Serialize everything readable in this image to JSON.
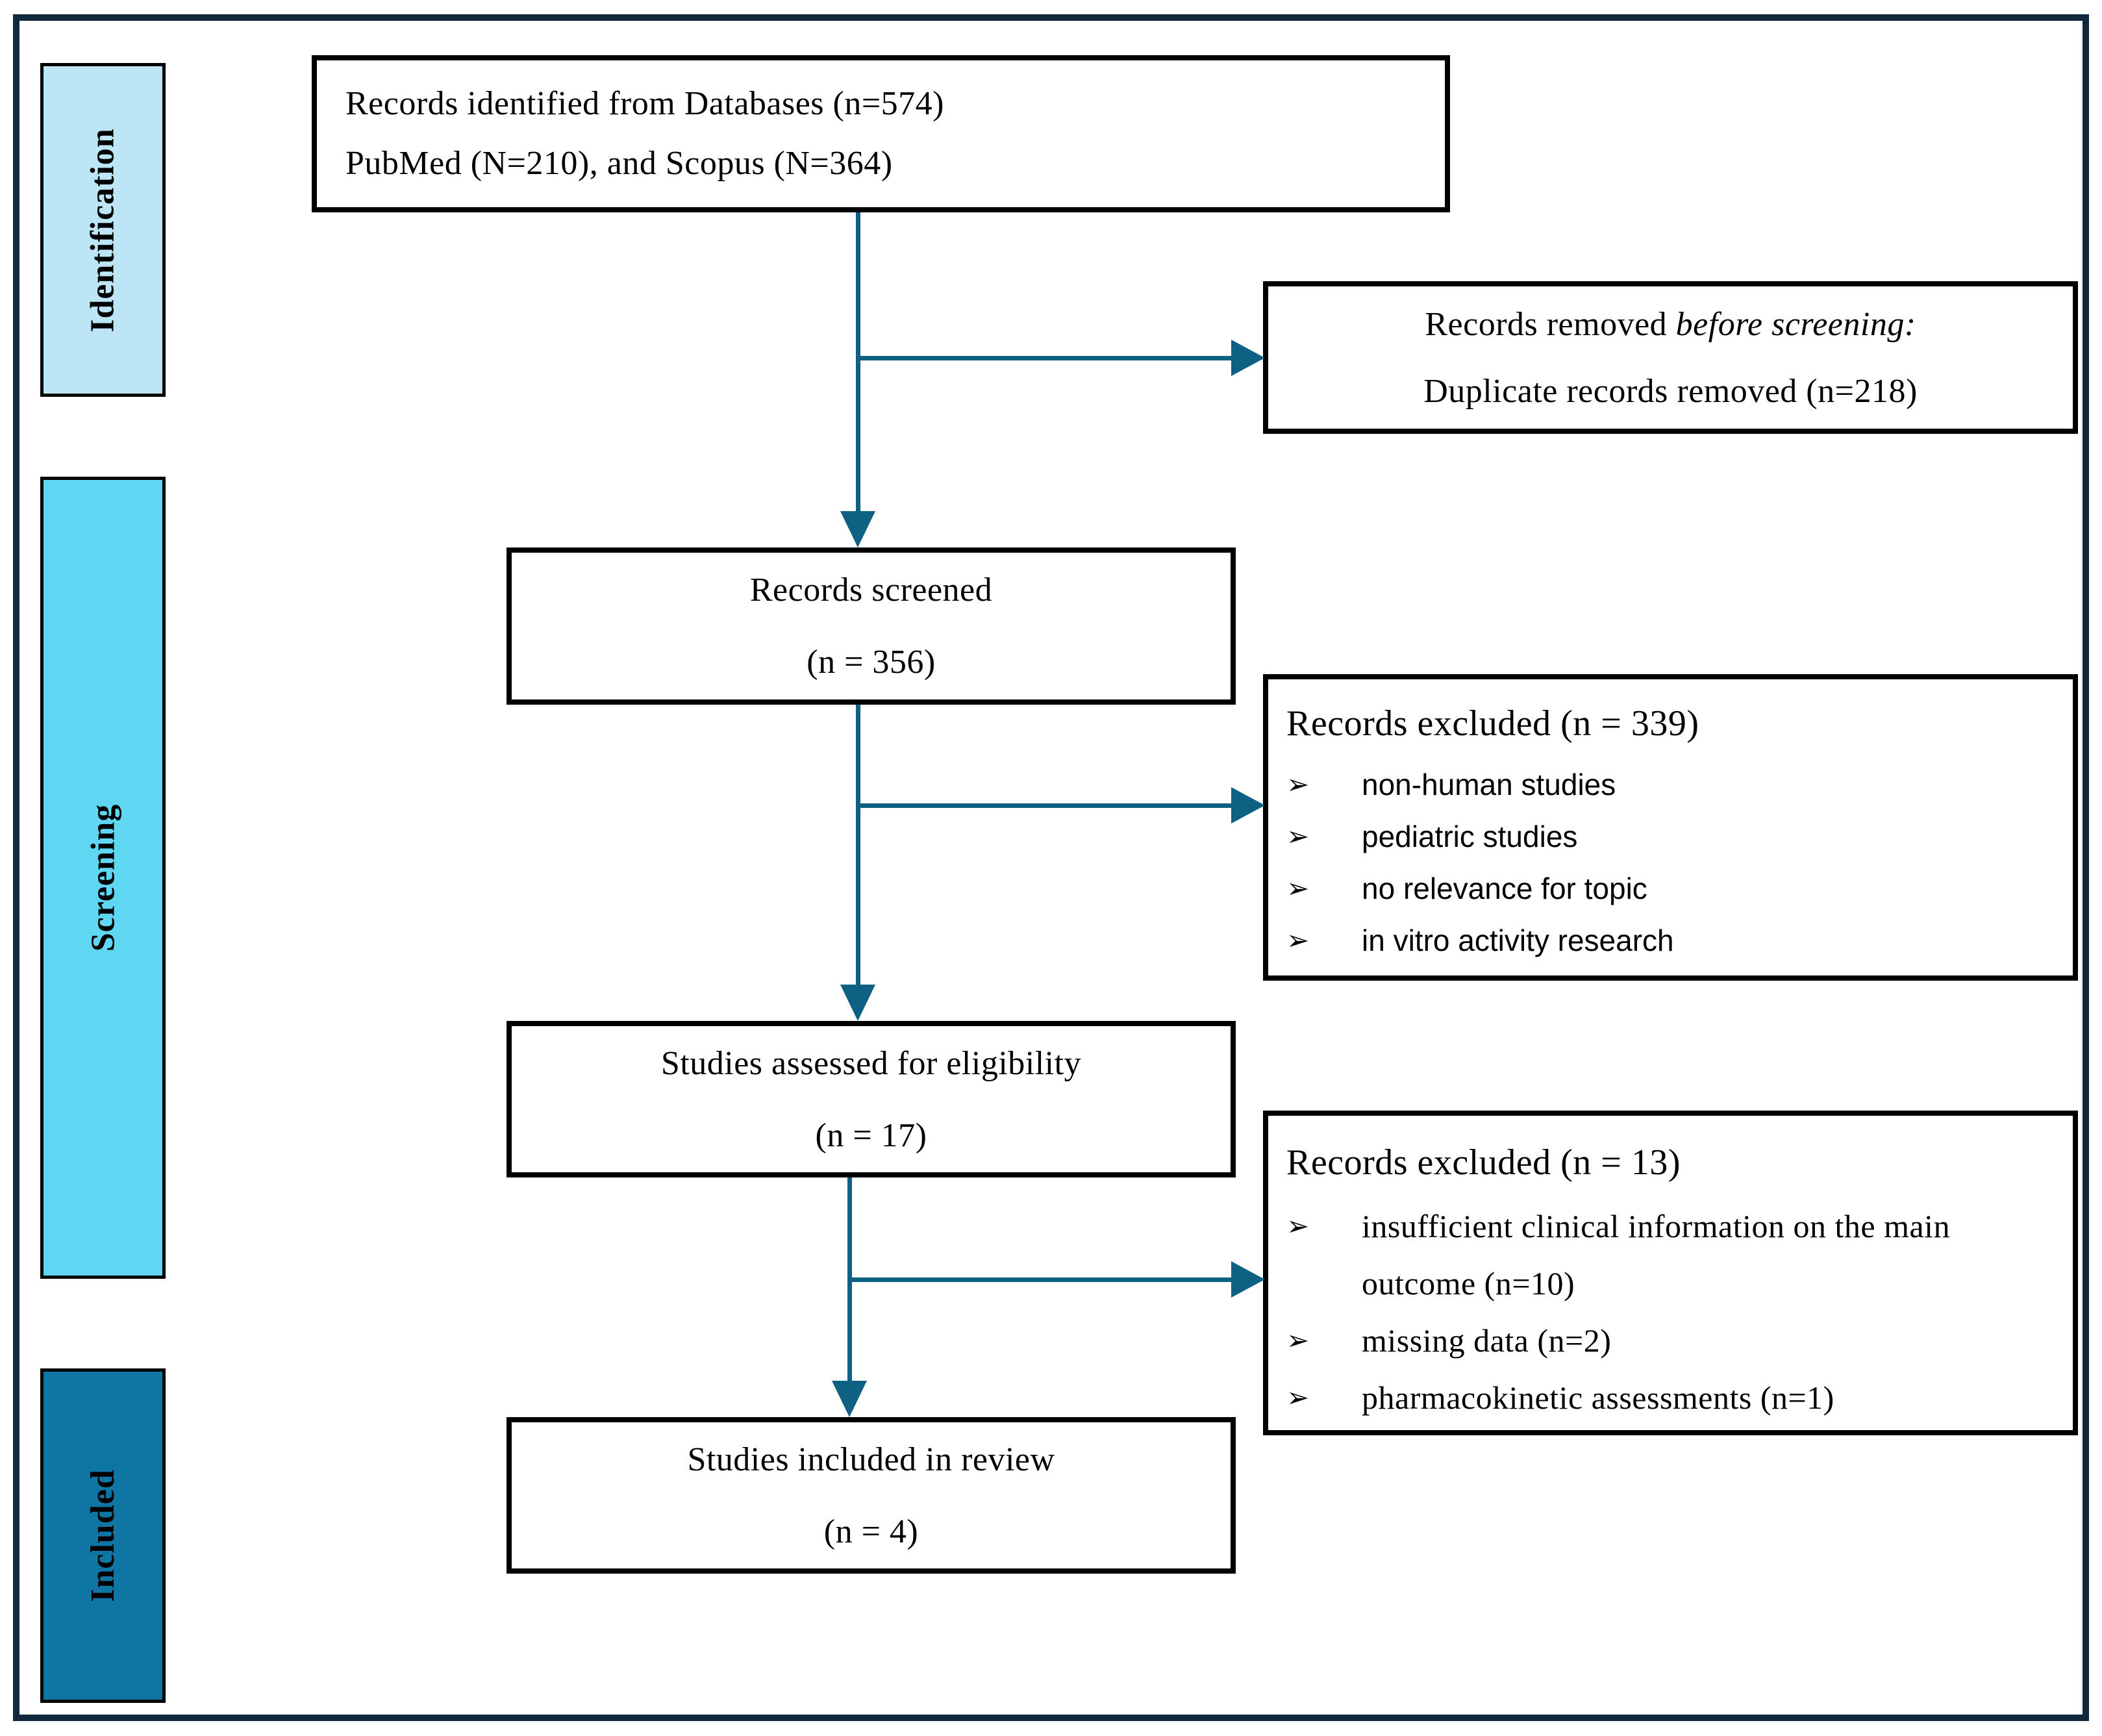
{
  "figure": {
    "stages": [
      {
        "label": "Identification",
        "fill": "#BCE6F6"
      },
      {
        "label": "Screening",
        "fill": "#5FD6F2"
      },
      {
        "label": "Included",
        "fill": "#0F76A3"
      }
    ],
    "boxes": {
      "identified": {
        "line1": "Records identified from Databases (n=574)",
        "line2": "PubMed (N=210), and Scopus (N=364)"
      },
      "removed": {
        "line1_normal": "Records removed ",
        "line1_italic": "before screening:",
        "line2": "Duplicate records removed (n=218)"
      },
      "screened": {
        "line1": "Records screened",
        "line2": "(n = 356)"
      },
      "excluded_screening": {
        "heading": "Records excluded (n = 339)",
        "bullet": "➢",
        "items": [
          "non-human studies",
          "pediatric studies",
          "no relevance for topic",
          "in vitro activity research"
        ]
      },
      "assessed": {
        "line1": "Studies assessed for eligibility",
        "line2": "(n = 17)"
      },
      "excluded_eligibility": {
        "heading": "Records excluded (n = 13)",
        "bullet": "➢",
        "items": [
          "insufficient clinical information on the main outcome (n=10)",
          "missing data (n=2)",
          "pharmacokinetic assessments (n=1)"
        ]
      },
      "included": {
        "line1": "Studies included in review",
        "line2": "(n = 4)"
      }
    },
    "colors": {
      "outer_border": "#12283D",
      "arrow": "#0F6183",
      "box_border": "#000000",
      "identification_fill": "#BCE6F6",
      "screening_fill": "#5FD6F2",
      "included_fill": "#0F76A3"
    }
  }
}
